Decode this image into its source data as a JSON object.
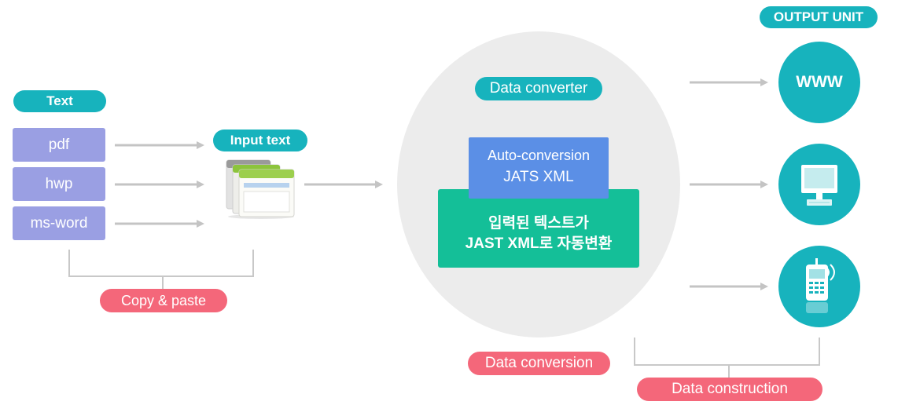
{
  "input": {
    "group_label": "Text",
    "files": [
      "pdf",
      "hwp",
      "ms-word"
    ],
    "input_text_label": "Input text",
    "copy_paste_label": "Copy & paste"
  },
  "converter": {
    "title": "Data converter",
    "auto_box_line1": "Auto-conversion",
    "auto_box_line2": "JATS XML",
    "green_box_line1": "입력된 텍스트가",
    "green_box_line2": "JAST XML로 자동변환",
    "conversion_label": "Data conversion"
  },
  "output": {
    "title": "OUTPUT UNIT",
    "www_label": "WWW",
    "construction_label": "Data construction",
    "icons": [
      "web-icon",
      "monitor-icon",
      "mobile-phone-icon"
    ]
  },
  "colors": {
    "teal": "#17b3bd",
    "pink": "#f4677a",
    "file_purple": "#9a9fe3",
    "blue_box": "#5b8fe6",
    "green_box": "#14bf98",
    "ellipse": "#ececec"
  }
}
